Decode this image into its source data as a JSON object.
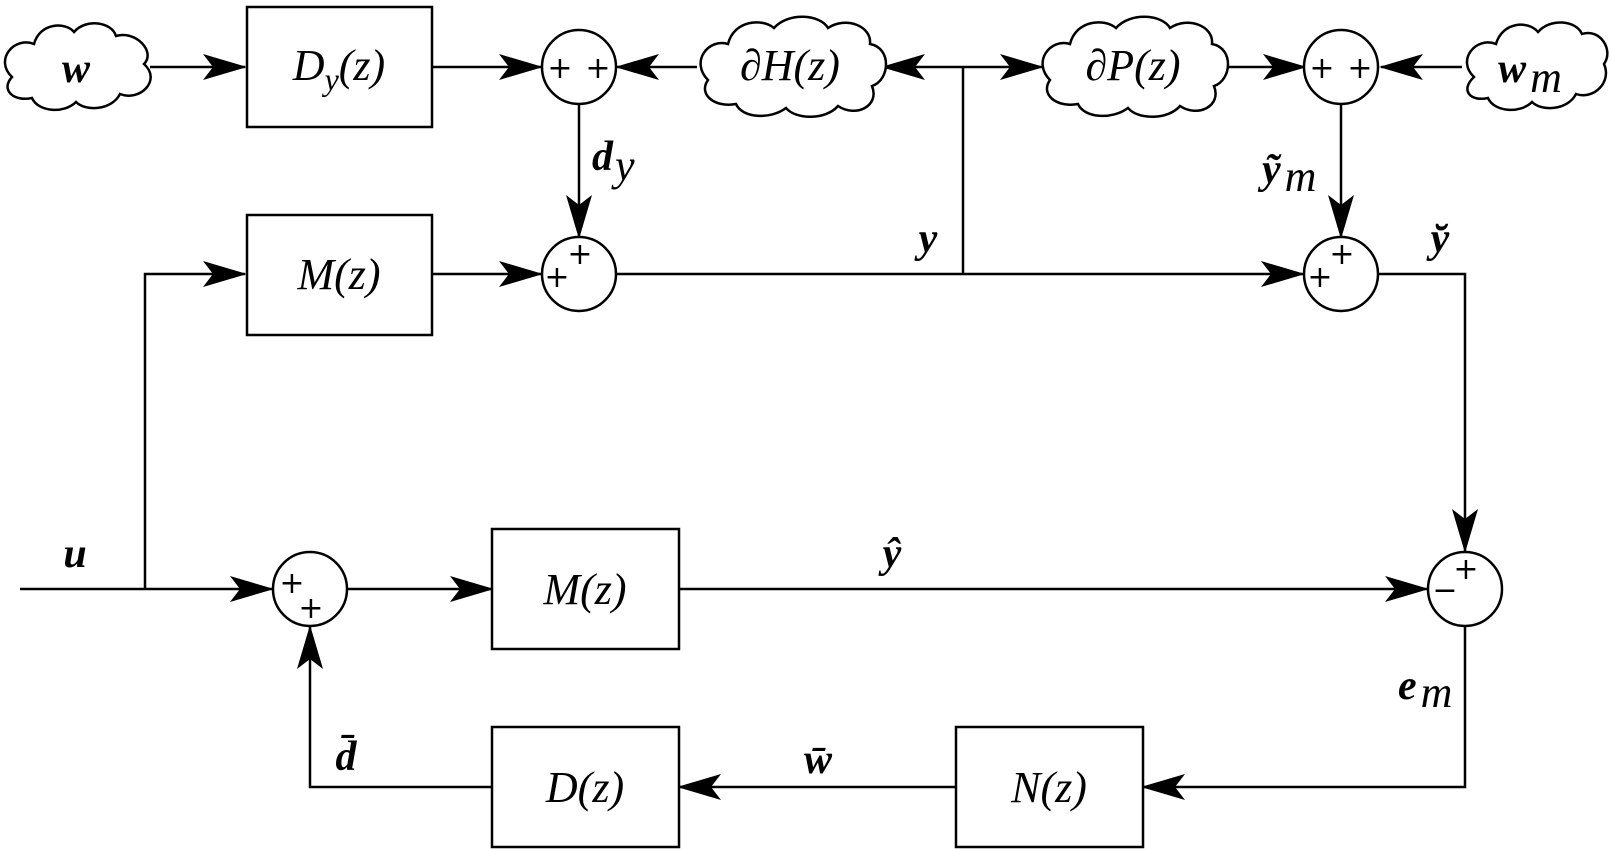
{
  "blocks": {
    "dy": "D",
    "dy_sub": "y",
    "dy_arg": "(z)",
    "m_upper": "M(z)",
    "m_lower": "M(z)",
    "d": "D(z)",
    "n": "N(z)"
  },
  "clouds": {
    "w": "w",
    "dh": "∂H(z)",
    "dp": "∂P(z)",
    "wm": "w",
    "wm_sub": "m"
  },
  "signals": {
    "dy": "d",
    "dy_sub": "y",
    "y": "y",
    "ytilde_m": "ỹ",
    "ytilde_m_sub": "m",
    "ybreve": "y̆",
    "u": "u",
    "yhat": "ŷ",
    "em": "e",
    "em_sub": "m",
    "wbar": "w̄",
    "dbar": "d̄"
  },
  "signs": {
    "plus": "+",
    "minus": "−"
  }
}
